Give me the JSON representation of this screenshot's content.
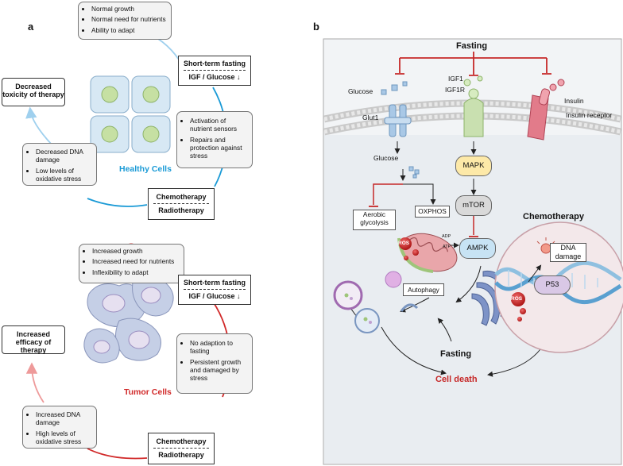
{
  "panel_a": {
    "label": "a",
    "healthy": {
      "traits": [
        "Normal growth",
        "Normal need for nutrients",
        "Ability to adapt"
      ],
      "fasting_box": {
        "title": "Short-term fasting",
        "sub": "IGF / Glucose",
        "arrow": "↓"
      },
      "responses": [
        "Activation of nutrient sensors",
        "Repairs and protection against stress"
      ],
      "cells_label": "Healthy Cells",
      "effects": [
        "Decreased DNA damage",
        "Low levels of oxidative stress"
      ],
      "therapy_box": {
        "top": "Chemotherapy",
        "bottom": "Radiotherapy"
      },
      "outcome": "Decreased toxicity of therapy"
    },
    "tumor": {
      "traits": [
        "Increased growth",
        "Increased need for nutrients",
        "Inflexibility to adapt"
      ],
      "fasting_box": {
        "title": "Short-term fasting",
        "sub": "IGF / Glucose",
        "arrow": "↓"
      },
      "responses": [
        "No adaption to fasting",
        "Persistent growth and damaged by stress"
      ],
      "cells_label": "Tumor Cells",
      "effects": [
        "Increased DNA damage",
        "High levels of oxidative stress"
      ],
      "therapy_box": {
        "top": "Chemotherapy",
        "bottom": "Radiotherapy"
      },
      "outcome": "Increased efficacy of therapy"
    }
  },
  "panel_b": {
    "label": "b",
    "fasting_top": "Fasting",
    "glucose_out": "Glucose",
    "glut1": "Glut1",
    "igf1": "IGF1",
    "igf1r": "IGF1R",
    "insulin": "Insulin",
    "insulin_receptor": "Insulin receptor",
    "glucose_in": "Glucose",
    "mapk": "MAPK",
    "mtor": "mTOR",
    "ampk": "AMPK",
    "aerobic": "Aerobic glycolysis",
    "oxphos": "OXPHOS",
    "adp": "ADP",
    "atp": "ATP",
    "ros": "ROS",
    "autophagy": "Autophagy",
    "fasting_bottom": "Fasting",
    "cell_death": "Cell death",
    "chemotherapy": "Chemotherapy",
    "dna_damage": "DNA damage",
    "p53": "P53"
  },
  "colors": {
    "healthy_blue": "#1a9ad6",
    "tumor_red": "#d12a2a",
    "inhibit_red": "#c62828",
    "mapk_fill": "#fde9a8",
    "mtor_fill": "#d9d9d9",
    "ampk_fill": "#c7e3f4",
    "p53_fill": "#d9c8e6"
  }
}
